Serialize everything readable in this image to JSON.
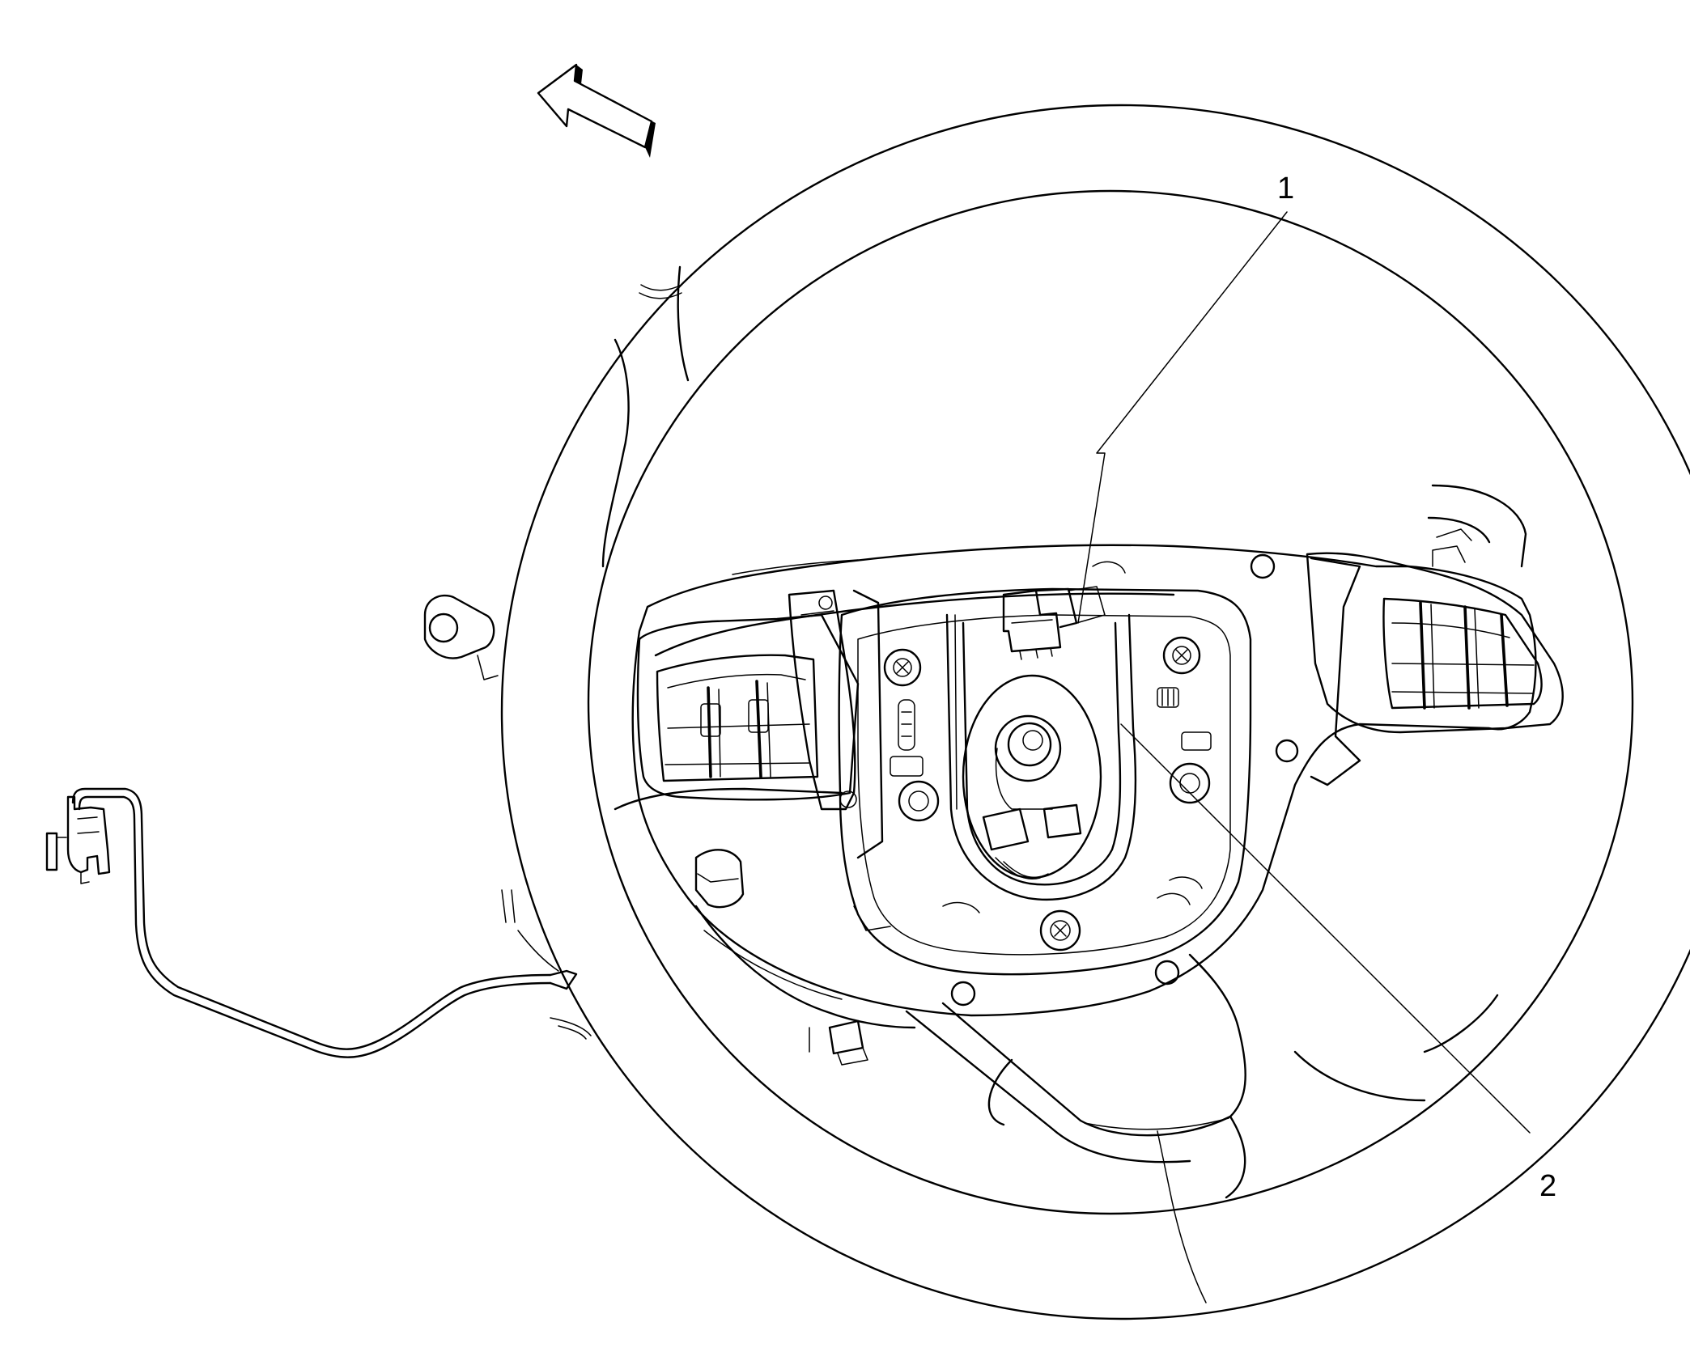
{
  "callouts": [
    {
      "id": "1",
      "label": "1"
    },
    {
      "id": "2",
      "label": "2"
    }
  ],
  "colors": {
    "line": "#000000",
    "background": "#ffffff"
  },
  "icons": {
    "direction": "direction-arrow-icon"
  }
}
